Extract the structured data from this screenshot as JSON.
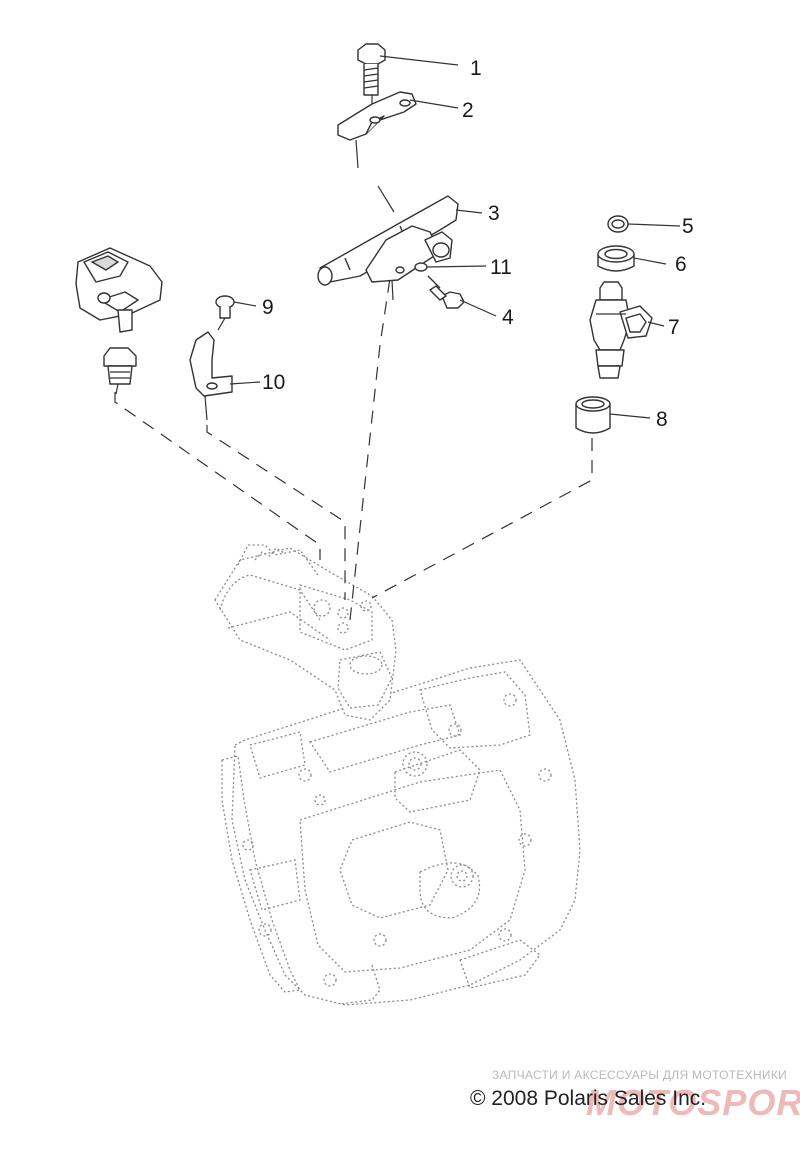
{
  "callouts": [
    {
      "id": "1",
      "label": "1"
    },
    {
      "id": "2",
      "label": "2"
    },
    {
      "id": "3",
      "label": "3"
    },
    {
      "id": "4",
      "label": "4"
    },
    {
      "id": "5",
      "label": "5"
    },
    {
      "id": "6",
      "label": "6"
    },
    {
      "id": "7",
      "label": "7"
    },
    {
      "id": "8",
      "label": "8"
    },
    {
      "id": "9",
      "label": "9"
    },
    {
      "id": "10",
      "label": "10"
    },
    {
      "id": "11",
      "label": "11"
    }
  ],
  "footer": {
    "watermark": "ЗАПЧАСТИ И АКСЕССУАРЫ ДЛЯ МОТОТЕХНИКИ",
    "copyright": "© 2008 Polaris Sales Inc.",
    "logo": "MOTOSPORT.RU"
  },
  "colors": {
    "line": "#333333",
    "engine_outline": "#8a8a8a",
    "watermark": "#b9b9b9",
    "logo": "#cd3737"
  }
}
